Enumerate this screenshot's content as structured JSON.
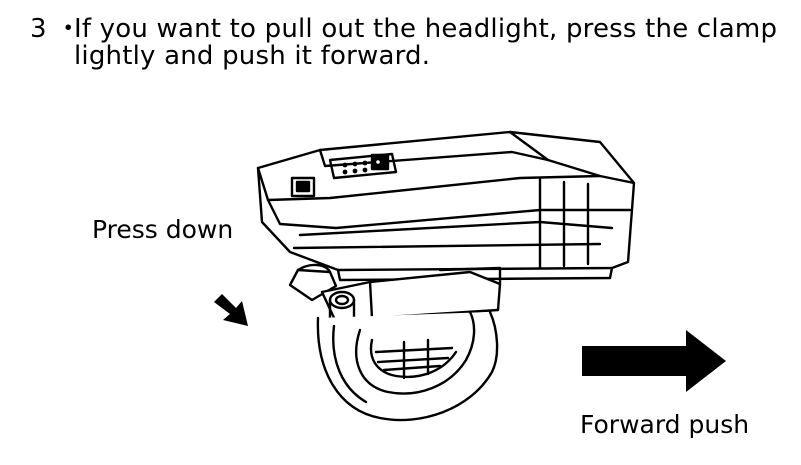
{
  "instruction": {
    "number": "3",
    "separator": "・",
    "line1": "If you want to pull out the headlight, press the clamp",
    "line2": "lightly and push it forward."
  },
  "labels": {
    "press_down": "Press down",
    "forward_push": "Forward push"
  },
  "colors": {
    "ink": "#000000",
    "paper": "#ffffff"
  }
}
